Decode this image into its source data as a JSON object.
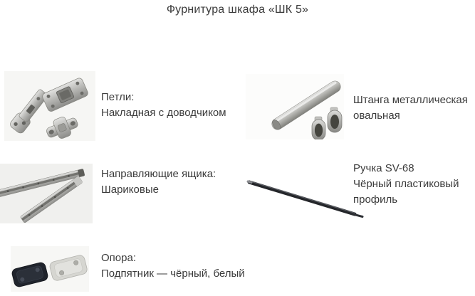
{
  "title": "Фурнитура шкафа «ШК 5»",
  "colors": {
    "background": "#ffffff",
    "text": "#3b3b3b",
    "metal_light": "#e0e0de",
    "metal_mid": "#b3b3b0",
    "metal_dark": "#8e8e8b",
    "plastic_black": "#24262a",
    "plastic_white": "#d6d6d1"
  },
  "items": [
    {
      "name": "hinges",
      "icon": "hinge-photo",
      "lines": [
        "Петли:",
        "Накладная с доводчиком"
      ]
    },
    {
      "name": "rod",
      "icon": "rod-photo",
      "lines": [
        "Штанга металлическая",
        "овальная"
      ]
    },
    {
      "name": "slides",
      "icon": "slides-photo",
      "lines": [
        "Направляющие ящика:",
        "Шариковые"
      ]
    },
    {
      "name": "handle",
      "icon": "handle-photo",
      "lines": [
        "Ручка SV-68",
        "Чёрный пластиковый",
        "профиль"
      ]
    },
    {
      "name": "supports",
      "icon": "supports-photo",
      "lines": [
        "Опора:",
        "Подпятник — чёрный, белый"
      ]
    }
  ]
}
